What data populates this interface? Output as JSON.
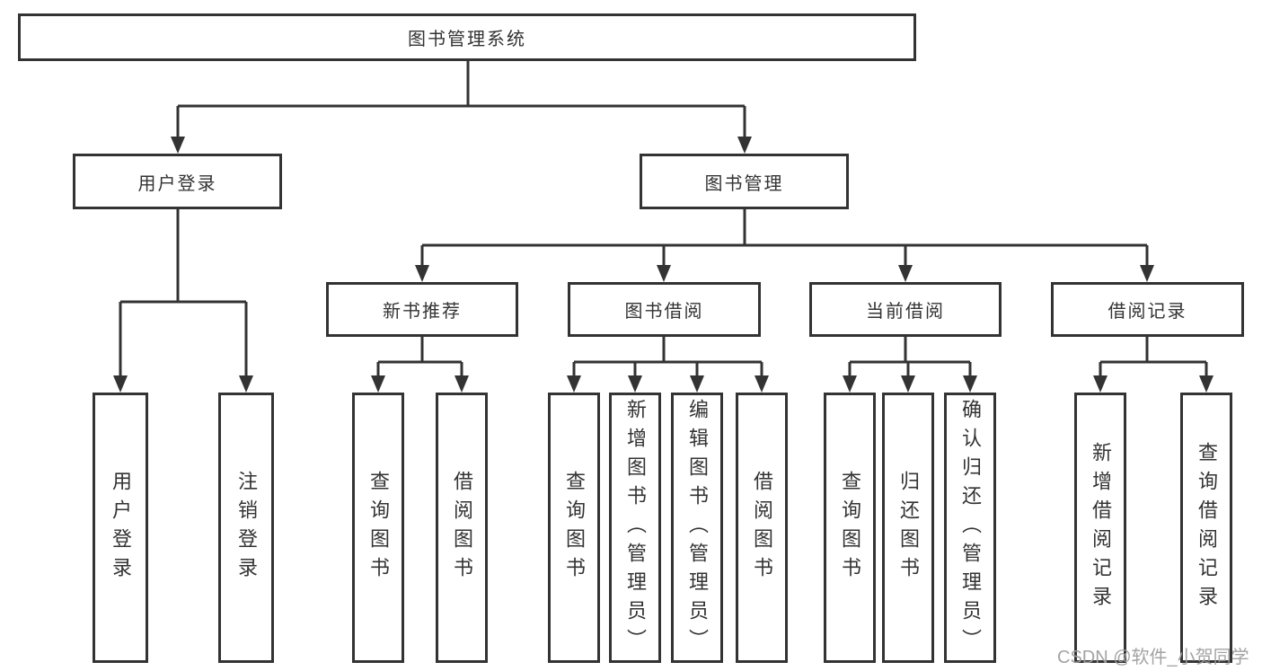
{
  "nodes": {
    "root": "图书管理系统",
    "user_login": "用户登录",
    "book_management": "图书管理",
    "new_book_recommend": "新书推荐",
    "book_borrowing": "图书借阅",
    "current_borrowing": "当前借阅",
    "borrow_records": "借阅记录"
  },
  "leaves": {
    "user_login": [
      "用户登录",
      "注销登录"
    ],
    "new_book_recommend": [
      "查询图书",
      "借阅图书"
    ],
    "book_borrowing": [
      "查询图书",
      "新增图书（管理员）",
      "编辑图书（管理员）",
      "借阅图书"
    ],
    "current_borrowing": [
      "查询图书",
      "归还图书",
      "确认归还（管理员）"
    ],
    "borrow_records": [
      "新增借阅记录",
      "查询借阅记录"
    ]
  },
  "watermark": "CSDN @软件_小贺同学",
  "colors": {
    "box_border": "#333333",
    "line": "#333333",
    "text": "#333333",
    "background": "#ffffff",
    "watermark": "#9e9e9e"
  }
}
